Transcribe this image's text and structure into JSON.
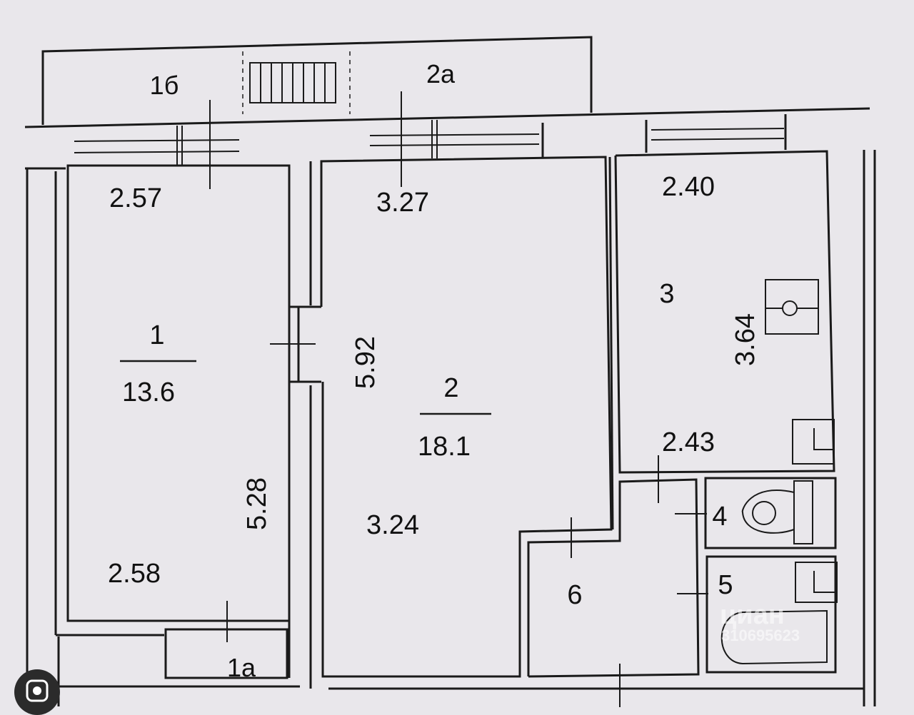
{
  "rooms": {
    "r1": {
      "number": "1",
      "area": "13.6",
      "width_top": "2.57",
      "width_bottom": "2.58",
      "length": "5.28"
    },
    "r1a": {
      "number": "1а"
    },
    "r1b": {
      "number": "1б"
    },
    "r2": {
      "number": "2",
      "area": "18.1",
      "width_top": "3.27",
      "width_bottom": "3.24",
      "length": "5.92"
    },
    "r2a": {
      "number": "2а"
    },
    "r3": {
      "number": "3",
      "width_top": "2.40",
      "width_bottom": "2.43",
      "length": "3.64"
    },
    "r4": {
      "number": "4"
    },
    "r5": {
      "number": "5"
    },
    "r6": {
      "number": "6"
    }
  },
  "watermark": {
    "brand": "циан",
    "listing_id": "310695623"
  },
  "icons": {
    "lens": "image-search-lens-icon"
  },
  "colors": {
    "background": "#e9e7eb",
    "line": "#1a1a1a"
  }
}
